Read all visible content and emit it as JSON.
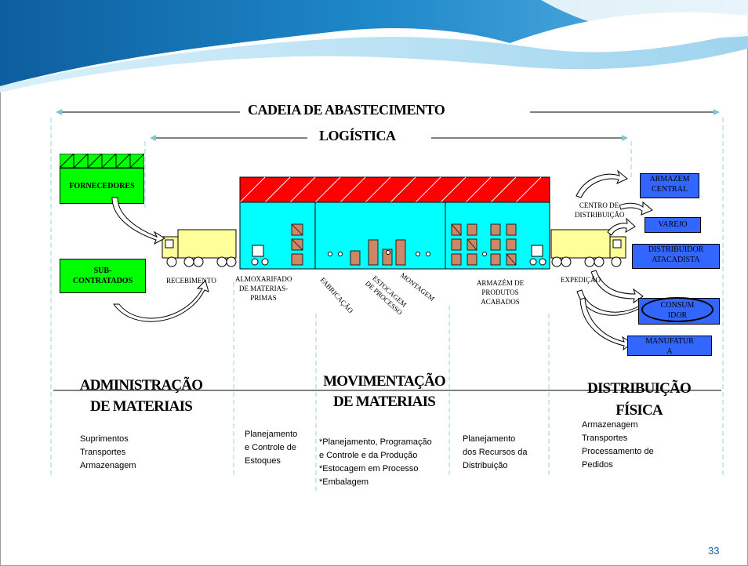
{
  "titles": {
    "supply_chain": "CADEIA DE ABASTECIMENTO",
    "logistics": "LOGÍSTICA"
  },
  "suppliers": {
    "fornecedores": "FORNECEDORES",
    "subcontratados": "SUB-\nCONTRATADOS"
  },
  "stages": {
    "recebimento": "RECEBIMENTO",
    "almoxarifado": "ALMOXARIFADO\nDE MATERIAS-\nPRIMAS",
    "fabricacao": "FABRICAÇÃO",
    "estocagem": "ESTOCAGEM\nDE PROCESSO",
    "montagem": "MONTAGEM",
    "armazem": "ARMAZÉM DE\nPRODUTOS ACABADOS",
    "expedicao": "EXPEDIÇÃO",
    "centro": "CENTRO DE\nDISTRIBUIÇÃO"
  },
  "destinations": {
    "armazem_central": "ARMAZEM\nCENTRAL",
    "varejo": "VAREJO",
    "distribuidor": "DISTRIBUIDOR\nATACADISTA",
    "consumidor": "CONSUM\nIDOR",
    "manufatura": "MANUFATUR\nA"
  },
  "areas": {
    "adm_title": "ADMINISTRAÇÃO\nDE MATERIAIS",
    "mov_title": "MOVIMENTAÇÃO\nDE MATERIAIS",
    "dist_title": "DISTRIBUIÇÃO\nFÍSICA"
  },
  "lists": {
    "adm": "Suprimentos\nTransportes\nArmazenagem",
    "plan_estoques": "Planejamento\ne Controle de\nEstoques",
    "mov": "*Planejamento, Programação\ne Controle e da Produção\n*Estocagem em Processo\n*Embalagem",
    "plan_recursos": "Planejamento\ndos Recursos da\nDistribuição",
    "dist": "Armazenagem\nTransportes\nProcessamento de\nPedidos"
  },
  "page_number": "33",
  "colors": {
    "green": "#00ff00",
    "cyan": "#00ffff",
    "red": "#ff0000",
    "blue": "#3366ff",
    "truck": "#ffff99",
    "wave_dark": "#1e88c9",
    "wave_light": "#a8dcf2"
  }
}
